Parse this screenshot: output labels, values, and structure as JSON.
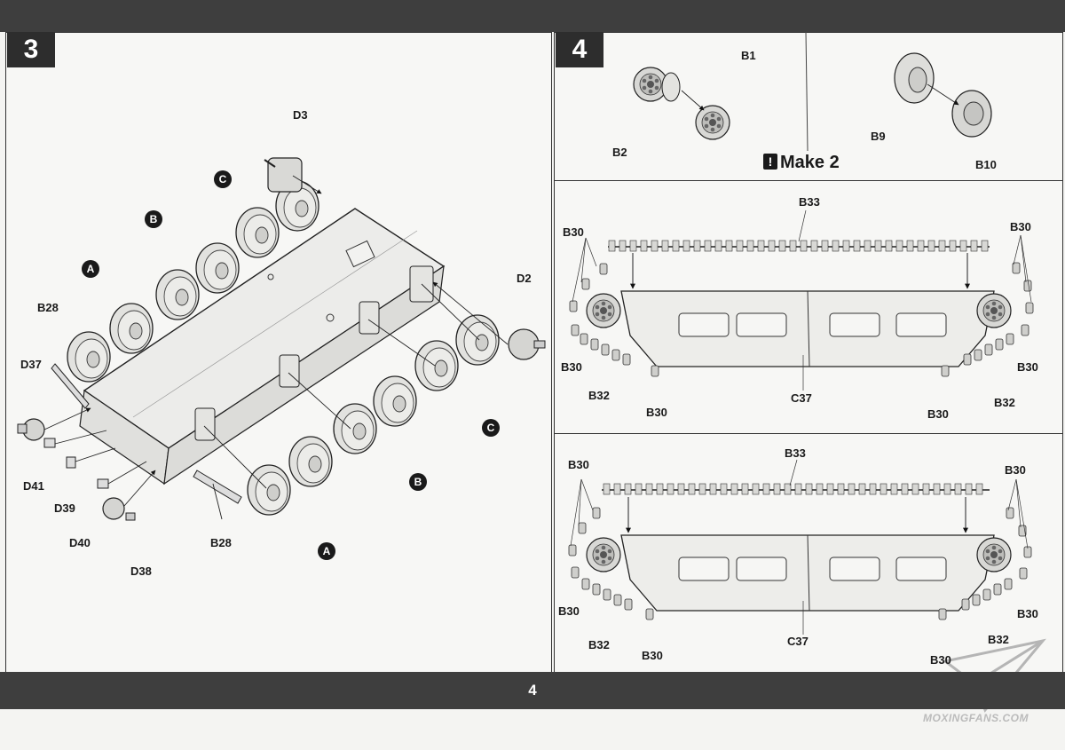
{
  "page_number": "4",
  "steps": [
    {
      "number": "3",
      "labels": {
        "d3": "D3",
        "d2": "D2",
        "b28_left": "B28",
        "b28_bottom": "B28",
        "d37": "D37",
        "d41": "D41",
        "d39": "D39",
        "d40": "D40",
        "d38": "D38"
      },
      "callouts": [
        "A",
        "B",
        "C",
        "C",
        "B",
        "A"
      ]
    },
    {
      "number": "4",
      "top_labels": {
        "b1": "B1",
        "b2": "B2",
        "b9": "B9",
        "b10": "B10"
      },
      "make_note": "Make 2",
      "make_icon_glyph": "!",
      "upper_assembly": {
        "b33": "B33",
        "b30": [
          "B30",
          "B30",
          "B30",
          "B30",
          "B30",
          "B30"
        ],
        "b32_left": "B32",
        "b32_right": "B32",
        "c37": "C37"
      },
      "lower_assembly": {
        "b33": "B33",
        "b30": [
          "B30",
          "B30",
          "B30",
          "B30",
          "B30",
          "B30"
        ],
        "b32_left": "B32",
        "b32_right": "B32",
        "c37": "C37"
      }
    }
  ],
  "watermark": "MOXINGFANS.COM"
}
